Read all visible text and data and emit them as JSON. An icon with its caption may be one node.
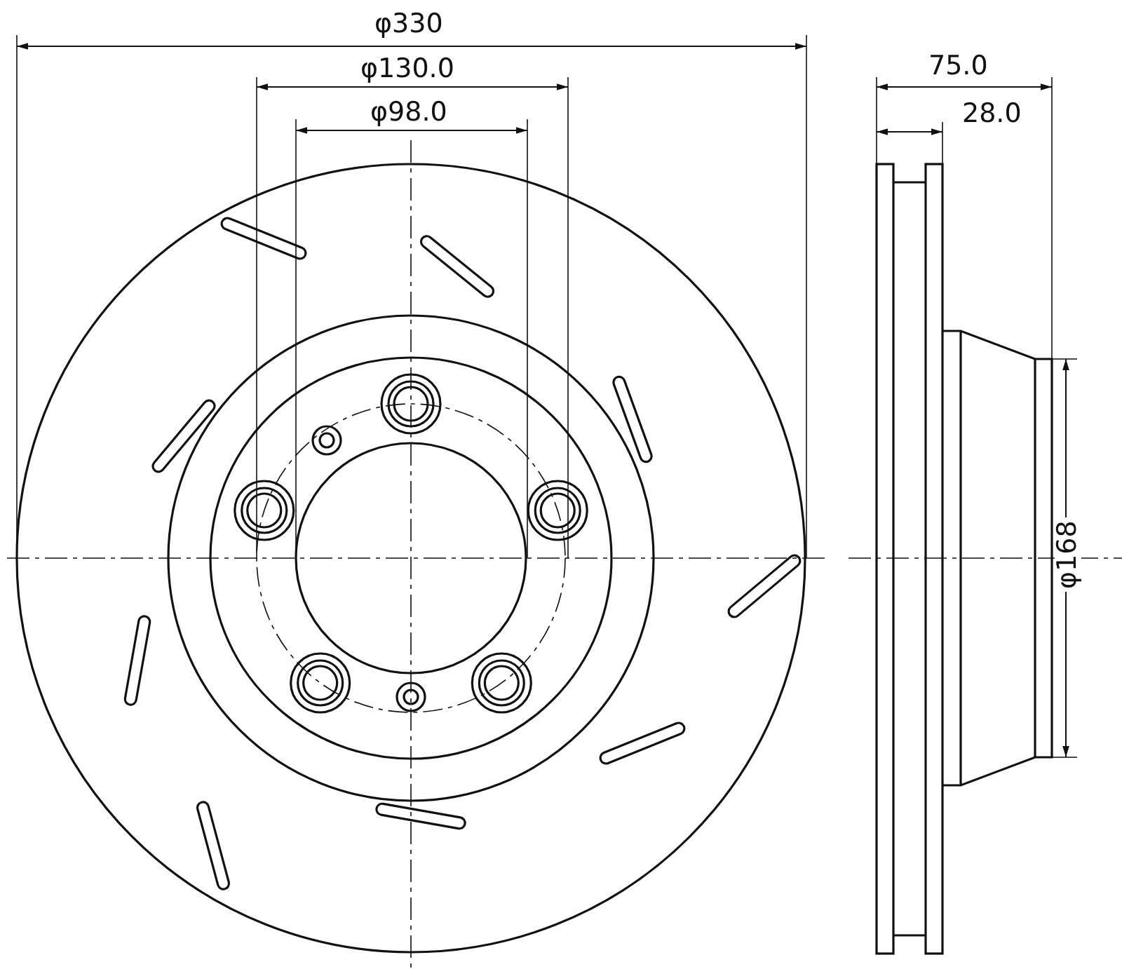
{
  "diagram": {
    "labels": [
      "φ330",
      "φ130.0",
      "φ98.0",
      "75.0",
      "28.0",
      "φ168"
    ]
  }
}
